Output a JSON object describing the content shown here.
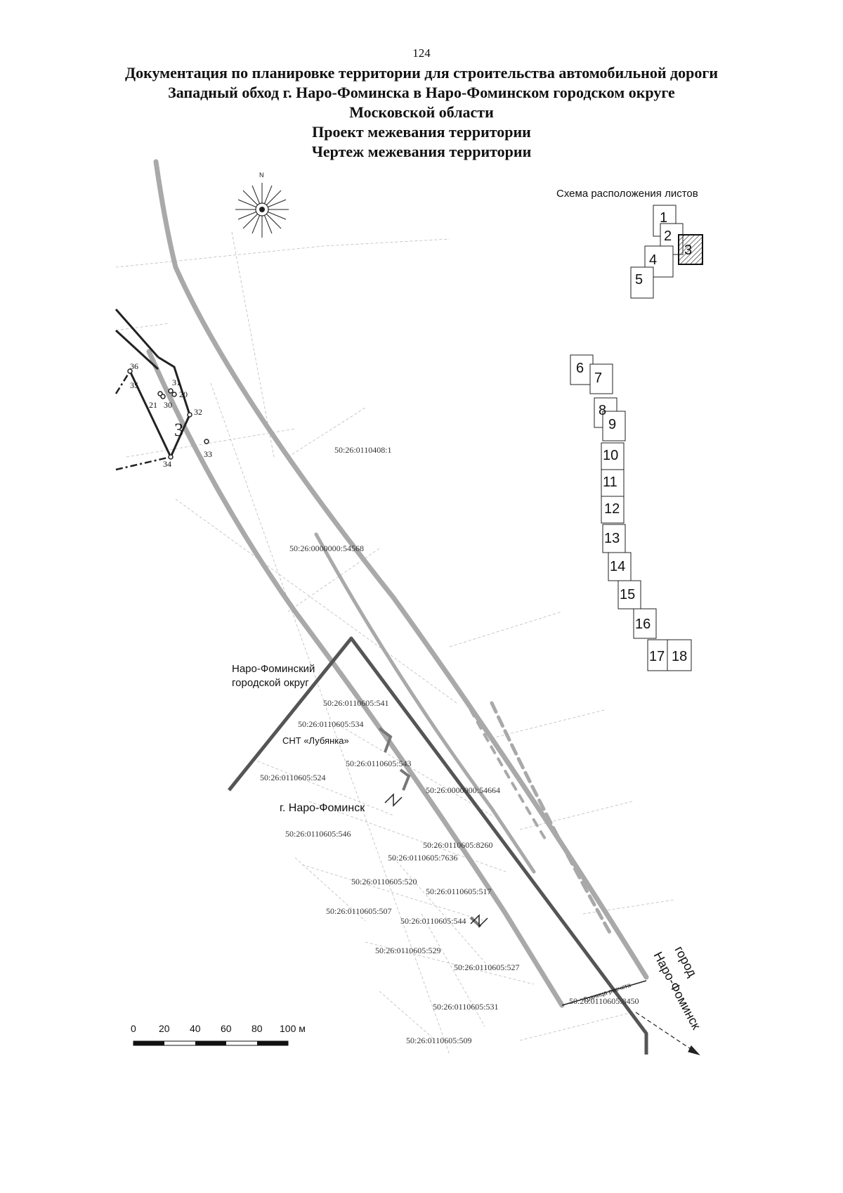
{
  "page_number": "124",
  "title_lines": [
    "Документация по планировке территории для строительства автомобильной дороги",
    "Западный обход г. Наро-Фоминска в Наро-Фоминском городском округе",
    "Московской области",
    "Проект межевания территории",
    "Чертеж межевания территории"
  ],
  "compass": {
    "north_label": "N"
  },
  "sheet_scheme": {
    "title": "Схема расположения листов",
    "sheets": [
      "1",
      "2",
      "3",
      "4",
      "5",
      "6",
      "7",
      "8",
      "9",
      "10",
      "11",
      "12",
      "13",
      "14",
      "15",
      "16",
      "17",
      "18"
    ],
    "current_sheet": "3"
  },
  "parcel_labels": {
    "p1": "50:26:0110408:1",
    "p2": "50:26:0000000:54568",
    "p3": "50:26:0110605:541",
    "p4": "50:26:0110605:534",
    "p5": "50:26:0110605:543",
    "p6": "50:26:0110605:524",
    "p7": "50:26:0000000:54664",
    "p8": "50:26:0110605:546",
    "p9": "50:26:0110605:8260",
    "p10": "50:26:0110605:7636",
    "p11": "50:26:0110605:520",
    "p12": "50:26:0110605:517",
    "p13": "50:26:0110605:507",
    "p14": "50:26:0110605:544",
    "p15": "50:26:0110605:529",
    "p16": "50:26:0110605:527",
    "p17": "50:26:0110605:8450",
    "p18": "50:26:0110605:531",
    "p19": "50:26:0110605:509"
  },
  "place_labels": {
    "district_line1": "Наро-Фоминский",
    "district_line2": "городской округ",
    "snt": "СНТ «Лубянка»",
    "town": "г. Наро-Фоминск",
    "direction_line1": "город",
    "direction_line2": "Наро-Фоминск",
    "calc_boundary": "Граница расчета"
  },
  "zone_label": "3",
  "points": [
    "20",
    "21",
    "30",
    "31",
    "32",
    "33",
    "34",
    "35",
    "36"
  ],
  "scale_bar": {
    "ticks": [
      "0",
      "20",
      "40",
      "60",
      "80"
    ],
    "last": "100 м"
  },
  "colors": {
    "road": "#a9a9a9",
    "boundary": "#555555",
    "lines": "#222222",
    "hatch": "#444444"
  }
}
